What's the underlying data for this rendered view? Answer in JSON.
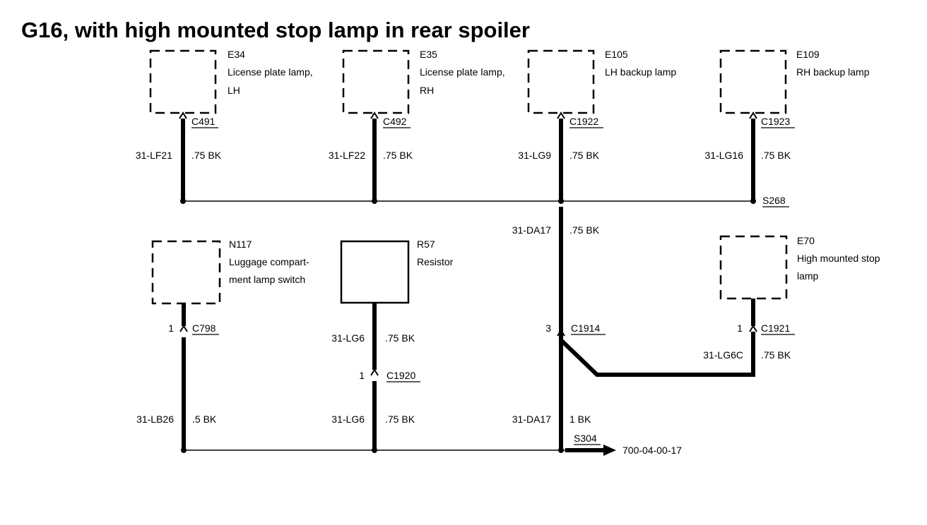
{
  "title": "G16, with high mounted stop lamp in rear spoiler",
  "components": {
    "e34": {
      "id": "E34",
      "line1": "License plate lamp,",
      "line2": "LH"
    },
    "e35": {
      "id": "E35",
      "line1": "License plate lamp,",
      "line2": "RH"
    },
    "e105": {
      "id": "E105",
      "line1": "LH backup lamp"
    },
    "e109": {
      "id": "E109",
      "line1": "RH backup lamp"
    },
    "n117": {
      "id": "N117",
      "line1": "Luggage compart-",
      "line2": "ment lamp switch"
    },
    "r57": {
      "id": "R57",
      "line1": "Resistor"
    },
    "e70": {
      "id": "E70",
      "line1": "High mounted stop",
      "line2": "lamp"
    }
  },
  "connectors": {
    "c491": "C491",
    "c492": "C492",
    "c1922": "C1922",
    "c1923": "C1923",
    "c798": {
      "name": "C798",
      "pin": "1"
    },
    "c1920": {
      "name": "C1920",
      "pin": "1"
    },
    "c1914": {
      "name": "C1914",
      "pin": "3"
    },
    "c1921": {
      "name": "C1921",
      "pin": "1"
    }
  },
  "splices": {
    "s268": "S268",
    "s304": "S304"
  },
  "wires": {
    "lf21": {
      "circuit": "31-LF21",
      "spec": ".75 BK"
    },
    "lf22": {
      "circuit": "31-LF22",
      "spec": ".75 BK"
    },
    "lg9": {
      "circuit": "31-LG9",
      "spec": ".75 BK"
    },
    "lg16": {
      "circuit": "31-LG16",
      "spec": ".75 BK"
    },
    "da17_upper": {
      "circuit": "31-DA17",
      "spec": ".75 BK"
    },
    "lg6_upper": {
      "circuit": "31-LG6",
      "spec": ".75 BK"
    },
    "lg6c": {
      "circuit": "31-LG6C",
      "spec": ".75 BK"
    },
    "lb26": {
      "circuit": "31-LB26",
      "spec": ".5 BK"
    },
    "lg6_lower": {
      "circuit": "31-LG6",
      "spec": ".75 BK"
    },
    "da17_lower": {
      "circuit": "31-DA17",
      "spec": "1 BK"
    }
  },
  "ground_reference": "700-04-00-17"
}
